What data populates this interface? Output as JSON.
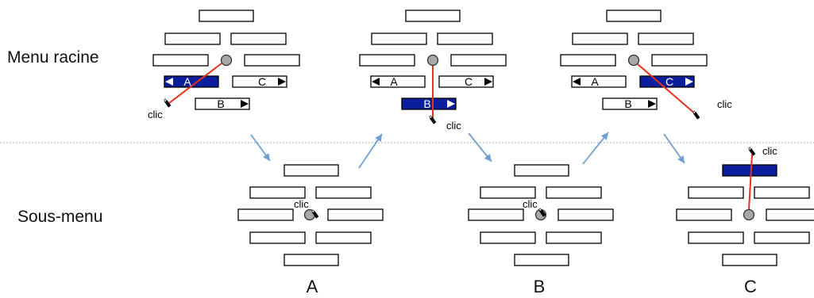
{
  "rows": {
    "top_label": "Menu racine",
    "bottom_label": "Sous-menu"
  },
  "columns": [
    "A",
    "B",
    "C"
  ],
  "click_label": "clic",
  "colors": {
    "selected_fill": "#0b1e9c",
    "box_stroke": "#000000",
    "ray": "#e8321c",
    "arrow": "#6f9fd3",
    "center_fill": "#a8a8a8",
    "separator": "#9a9a9a"
  },
  "root_menus": [
    {
      "selected": "A",
      "items": [
        "A",
        "C",
        "B"
      ]
    },
    {
      "selected": "B",
      "items": [
        "A",
        "C",
        "B"
      ]
    },
    {
      "selected": "C",
      "items": [
        "A",
        "C",
        "B"
      ]
    }
  ]
}
